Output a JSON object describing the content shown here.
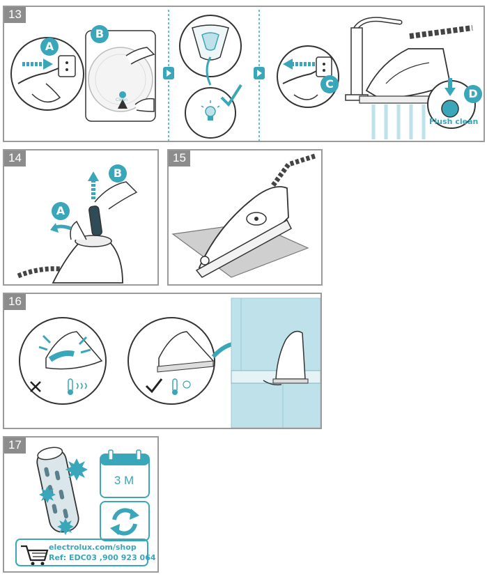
{
  "panels": {
    "p13": {
      "number": "13",
      "labels": [
        "A",
        "B",
        "C",
        "D"
      ],
      "flush_label": "Flush clean",
      "dial_text": "Clean"
    },
    "p14": {
      "number": "14",
      "labels": [
        "B",
        "A"
      ]
    },
    "p15": {
      "number": "15"
    },
    "p16": {
      "number": "16"
    },
    "p17": {
      "number": "17",
      "interval": "3 M",
      "shop_url": "electrolux.com/shop",
      "shop_ref": "Ref: EDC03 ,900 923 064"
    }
  },
  "colors": {
    "accent": "#3aa6b9",
    "light_accent": "#bfe2ea",
    "frame": "#9a9a9a",
    "ink": "#333333"
  },
  "icons": [
    "arrow-right-icon",
    "check-icon",
    "cross-icon",
    "thermometer-icon",
    "snowflake-icon",
    "steam-icon",
    "cart-icon",
    "calendar-icon",
    "refresh-icon",
    "bulb-icon"
  ]
}
